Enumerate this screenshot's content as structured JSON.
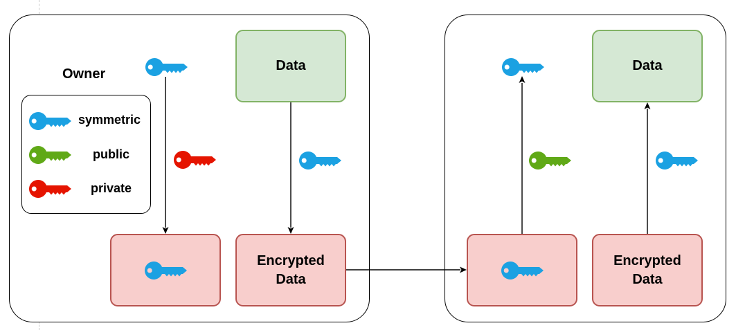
{
  "colors": {
    "symmetric": "#1ba1e2",
    "public": "#60a917",
    "private": "#e51400",
    "data_fill": "#d5e8d4",
    "data_stroke": "#82b366",
    "encrypted_fill": "#f8cecc",
    "encrypted_stroke": "#b85450"
  },
  "owner_panel": {
    "title": "Owner",
    "data_label": "Data",
    "encrypted_label_line1": "Encrypted",
    "encrypted_label_line2": "Data"
  },
  "legend": {
    "symmetric": "symmetric",
    "public": "public",
    "private": "private"
  },
  "recipient_panel": {
    "data_label": "Data",
    "encrypted_label_line1": "Encrypted",
    "encrypted_label_line2": "Data"
  }
}
